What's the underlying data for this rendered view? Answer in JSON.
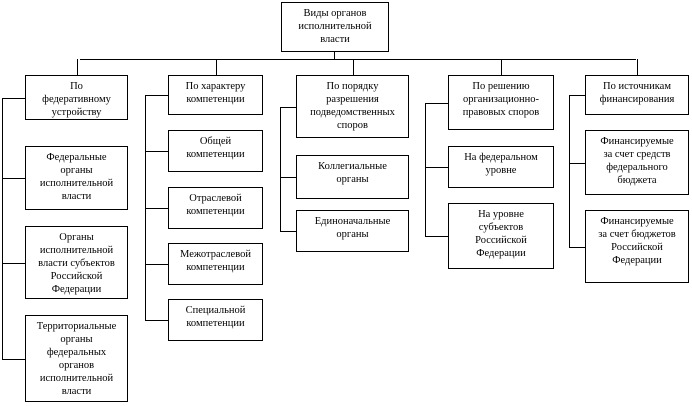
{
  "root": "Виды органов\nисполнительной\nвласти",
  "columns": [
    {
      "header": "По\nфедеративному\nустройству",
      "items": [
        "Федеральные\nорганы\nисполнительной\nвласти",
        "Органы\nисполнительной\nвласти субъектов\nРоссийской\nФедерации",
        "Территориальные\nорганы\nфедеральных\nорганов\nисполнительной\nвласти"
      ]
    },
    {
      "header": "По характеру\nкомпетенции",
      "items": [
        "Общей\nкомпетенции",
        "Отраслевой\nкомпетенции",
        "Межотраслевой\nкомпетенции",
        "Специальной\nкомпетенции"
      ]
    },
    {
      "header": "По порядку\nразрешения\nподведомственных\nспоров",
      "items": [
        "Коллегиальные\nорганы",
        "Единоначальные\nорганы"
      ]
    },
    {
      "header": "По решению\nорганизационно-\nправовых споров",
      "items": [
        "На федеральном\nуровне",
        "На уровне\nсубъектов\nРоссийской\nФедерации"
      ]
    },
    {
      "header": "По источникам\nфинансирования",
      "items": [
        "Финансируемые\nза счет средств\nфедерального\nбюджета",
        "Финансируемые\nза счет бюджетов\nРоссийской\nФедерации"
      ]
    }
  ]
}
